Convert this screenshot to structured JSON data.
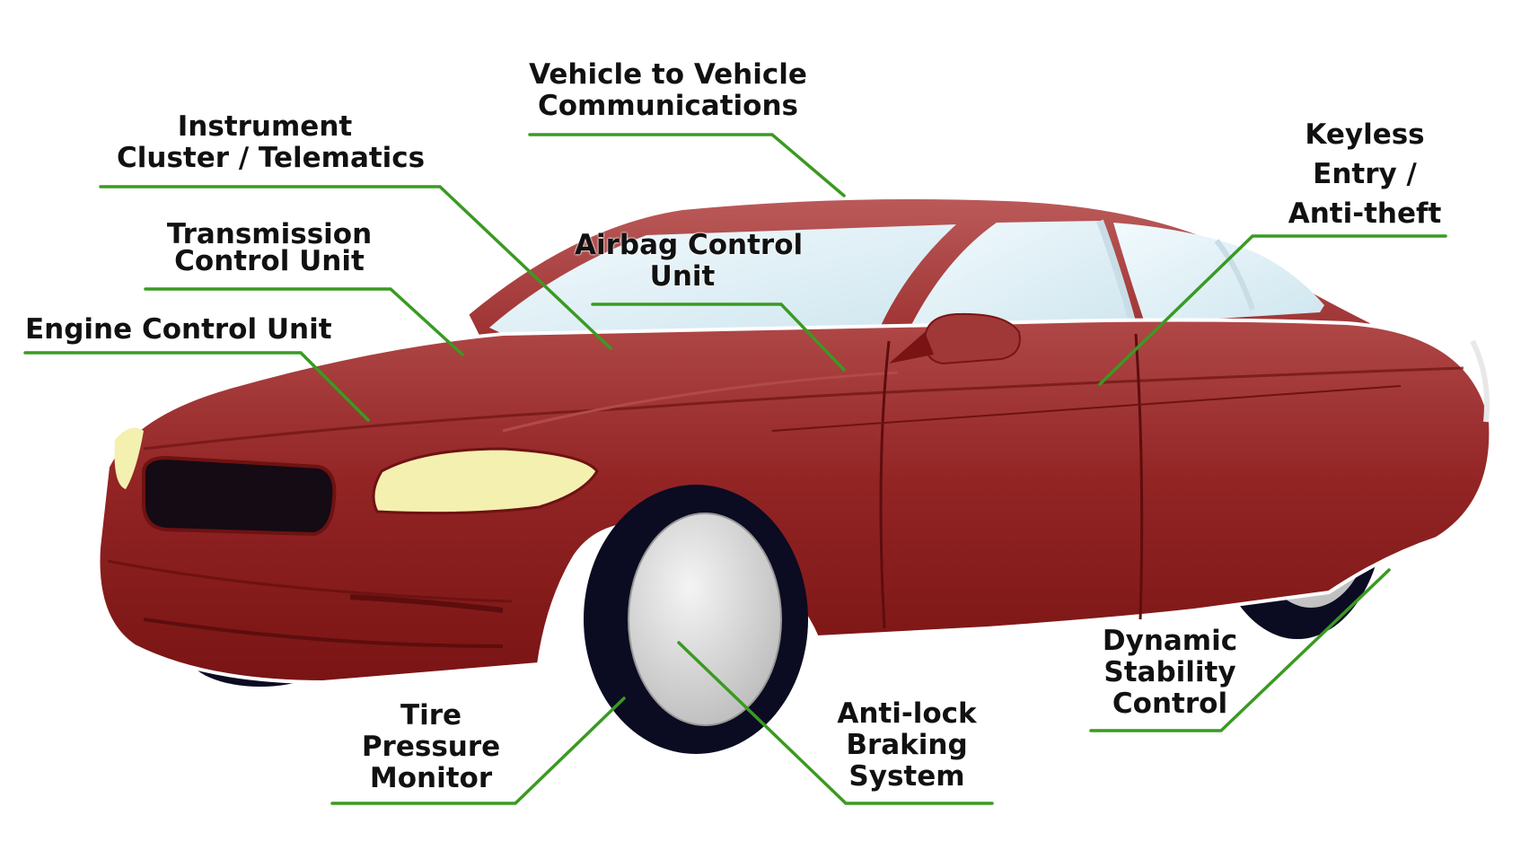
{
  "labels": {
    "v2v": [
      "Vehicle to Vehicle",
      "Communications"
    ],
    "instrument": [
      "Instrument",
      "Cluster / Telematics"
    ],
    "transmission": [
      "Transmission",
      "Control Unit"
    ],
    "engine": [
      "Engine Control Unit"
    ],
    "airbag": [
      "Airbag Control",
      "Unit"
    ],
    "keyless": [
      "Keyless",
      "Entry /",
      "Anti-theft"
    ],
    "tire": [
      "Tire",
      "Pressure",
      "Monitor"
    ],
    "abs": [
      "Anti-lock",
      "Braking",
      "System"
    ],
    "dsc": [
      "Dynamic",
      "Stability",
      "Control"
    ]
  },
  "colors": {
    "leader": "#3a9a22",
    "body": "#8f1f1f",
    "body_dark": "#6e1212",
    "glass": "#ddeff6",
    "headlight": "#f4f0b0",
    "tire": "#0b0b22",
    "rim": "#d6d6d6"
  }
}
